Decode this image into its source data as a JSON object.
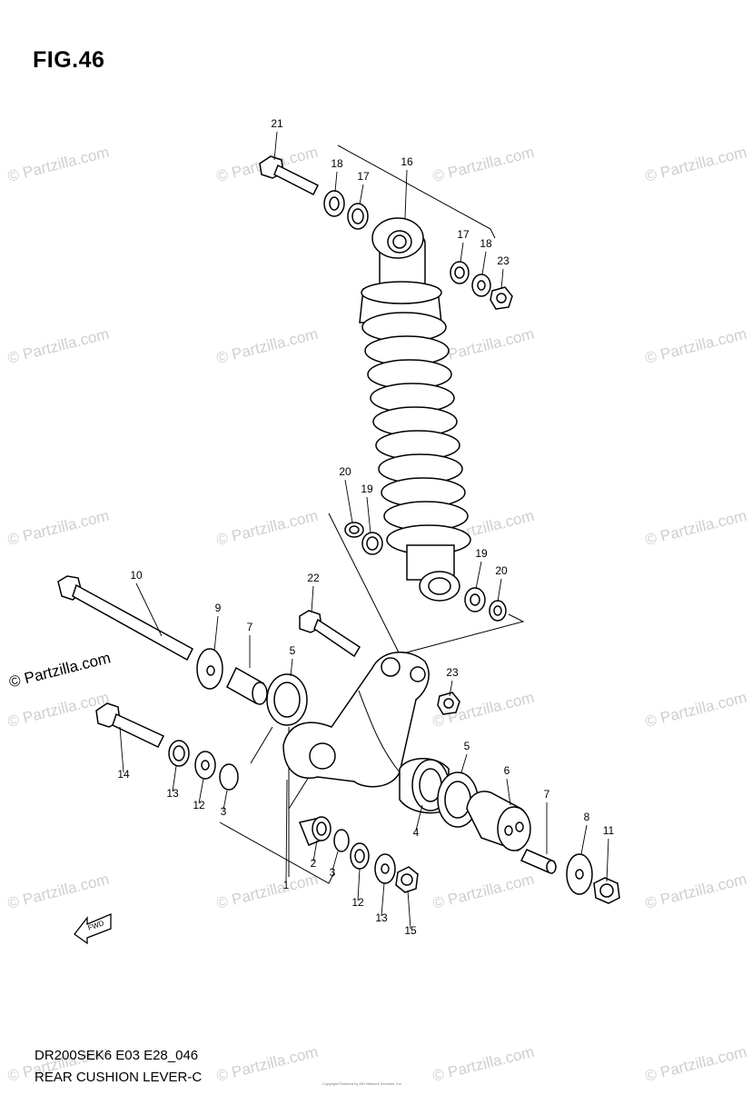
{
  "figure": {
    "title": "FIG.46",
    "code": "DR200SEK6 E03 E28_046",
    "name": "REAR CUSHION LEVER-C"
  },
  "fwd_label": "FWD",
  "watermark_text": "© Partzilla.com",
  "logo_text": "© Partzilla.com",
  "copyright_footer": "Copyright Powered by ARI Network Services, Inc.",
  "callouts": [
    "21",
    "18",
    "17",
    "16",
    "17",
    "18",
    "23",
    "20",
    "19",
    "19",
    "20",
    "10",
    "22",
    "9",
    "7",
    "5",
    "23",
    "14",
    "13",
    "12",
    "3",
    "1",
    "2",
    "3",
    "12",
    "13",
    "15",
    "4",
    "5",
    "6",
    "7",
    "8",
    "11"
  ]
}
